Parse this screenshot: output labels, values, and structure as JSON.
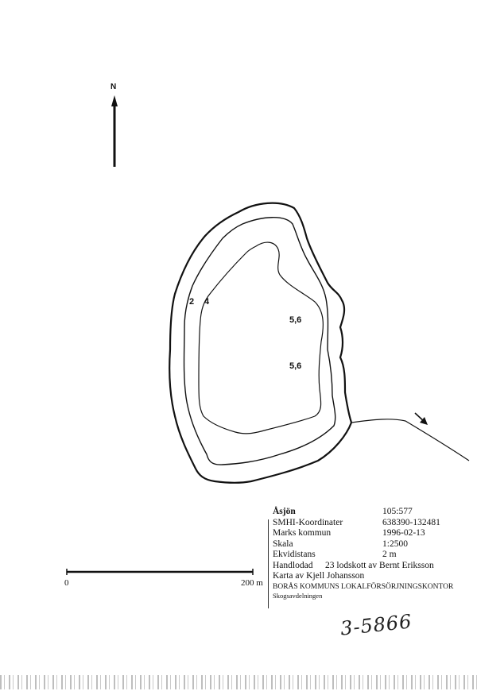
{
  "map": {
    "north_label": "N",
    "depth_labels": {
      "contour_2": "2",
      "contour_4": "4",
      "depth_a": "5,6",
      "depth_b": "5,6"
    }
  },
  "scale_bar": {
    "start_label": "0",
    "end_label": "200 m"
  },
  "info": {
    "lake_name": "Åsjön",
    "lake_id": "105:577",
    "coord_label": "SMHI-Koordinater",
    "coord_value": "638390-132481",
    "municipality": "Marks kommun",
    "date": "1996-02-13",
    "scale_label": "Skala",
    "scale_value": "1:2500",
    "contour_label": "Ekvidistans",
    "contour_value": "2 m",
    "survey_method": "Handlodad",
    "survey_detail": "23 lodskott av Bernt Eriksson",
    "map_author": "Karta av Kjell Johansson",
    "office": "BORÅS KOMMUNS LOKALFÖRSÖRJNINGSKONTOR",
    "department": "Skogsavdelningen"
  },
  "handwritten_note": "3-5866",
  "colors": {
    "ink": "#111111",
    "paper": "#ffffff"
  }
}
